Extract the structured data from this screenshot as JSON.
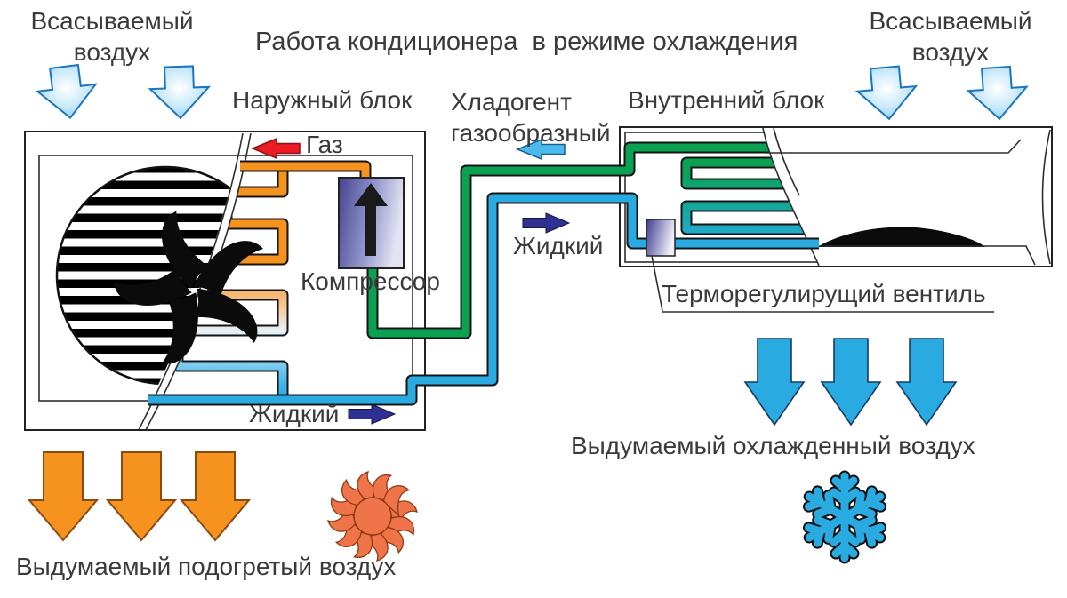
{
  "title": "Работа кондиционера  в режиме охлаждения",
  "intake_left": {
    "line1": "Всасываемый",
    "line2": "воздух"
  },
  "intake_right": {
    "line1": "Всасываемый",
    "line2": "воздух"
  },
  "outdoor_unit": {
    "label": "Наружный блок",
    "gas": "Газ",
    "compressor": "Компрессор",
    "liquid": "Жидкий"
  },
  "indoor_unit": {
    "label": "Внутренний блок",
    "txv": "Терморегулирущий вентиль"
  },
  "refrigerant": {
    "line1": "Хладогент",
    "line2": "газообразный",
    "liquid": "Жидкий"
  },
  "outputs": {
    "warm": "Выдумаемый подогретый воздух",
    "cool": "Выдумаемый охлажденный воздух"
  },
  "colors": {
    "text": "#3a3a3a",
    "gas_pipe_orange": "#F6921E",
    "hot_gas_red": "#EC1C24",
    "gas_line_green": "#0AA151",
    "liquid_line_blue": "#29ABE2",
    "liquid_arrow_navy": "#2E3192",
    "warm_air_orange": "#F6921E",
    "cool_air_blue": "#29ABE2",
    "intake_arrow_blue": "#5FC0EE"
  }
}
